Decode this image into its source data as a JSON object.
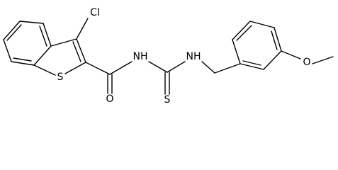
{
  "molecule": {
    "atoms": {
      "chlorine": "Cl",
      "ring_sulfur": "S",
      "carbonyl_oxygen": "O",
      "amide_nitrogen": "NH",
      "thio_sulfur": "S",
      "amine_nitrogen": "NH",
      "ether_oxygen": "O"
    }
  }
}
